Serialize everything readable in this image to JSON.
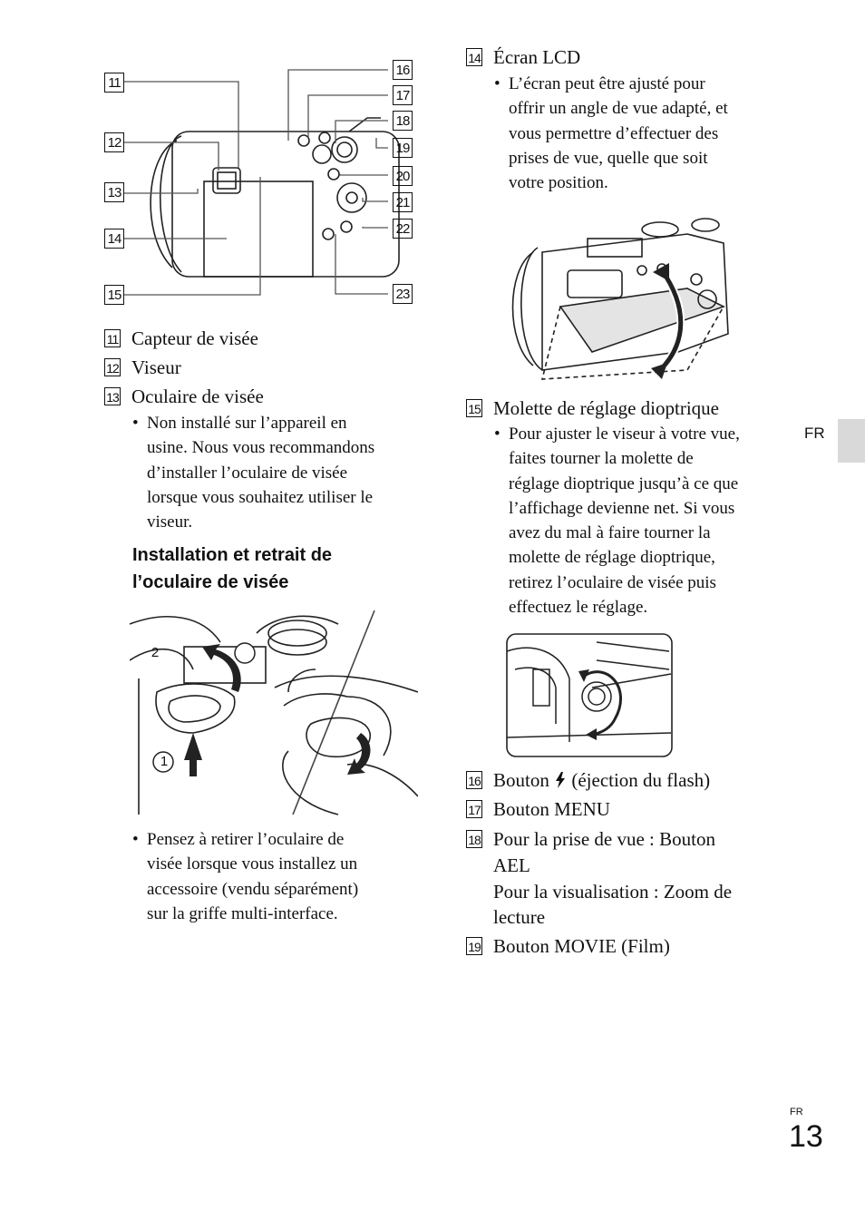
{
  "left": {
    "callouts": [
      "11",
      "12",
      "13",
      "14",
      "15",
      "16",
      "17",
      "18",
      "19",
      "20",
      "21",
      "22",
      "23"
    ],
    "items": [
      {
        "num": "11",
        "text": "Capteur de visée"
      },
      {
        "num": "12",
        "text": "Viseur"
      },
      {
        "num": "13",
        "text": "Oculaire de visée"
      }
    ],
    "bullet1": "Non installé sur l’appareil en\nusine. Nous vous recommandons\nd’installer l’oculaire de visée\nlorsque vous souhaitez utiliser le\nviseur.",
    "heading": "Installation et retrait de\nl’oculaire de visée",
    "step1": "1",
    "step2": "2",
    "bullet2": "Pensez à retirer l’oculaire de\nvisée lorsque vous installez un\naccessoire (vendu séparément)\nsur la griffe multi-interface."
  },
  "right": {
    "item14": {
      "num": "14",
      "text": "Écran LCD"
    },
    "bullet14": "L’écran peut être ajusté pour\noffrir un angle de vue adapté, et\nvous permettre d’effectuer des\nprises de vue, quelle que soit\nvotre position.",
    "item15": {
      "num": "15",
      "text": "Molette de réglage dioptrique"
    },
    "bullet15": "Pour ajuster le viseur à votre vue,\nfaites tourner la molette de\nréglage dioptrique jusqu’à ce que\nl’affichage devienne net. Si vous\navez du mal à faire tourner la\nmolette de réglage dioptrique,\nretirez l’oculaire de visée puis\neffectuez le réglage.",
    "item16": {
      "num": "16",
      "text_before": "Bouton",
      "text_after": "(éjection du flash)"
    },
    "item17": {
      "num": "17",
      "text": "Bouton MENU"
    },
    "item18": {
      "num": "18",
      "line1": "Pour la prise de vue : Bouton",
      "line2": "AEL",
      "line3": "Pour la visualisation : Zoom de",
      "line4": "lecture"
    },
    "item19": {
      "num": "19",
      "text": "Bouton MOVIE (Film)"
    }
  },
  "side_tab": "FR",
  "footer": {
    "lang": "FR",
    "page": "13"
  },
  "icons": [
    "camera-back-illustration",
    "lcd-tilt-illustration",
    "eyecup-attach-illustration",
    "diopter-dial-illustration",
    "flash-bolt-icon"
  ]
}
